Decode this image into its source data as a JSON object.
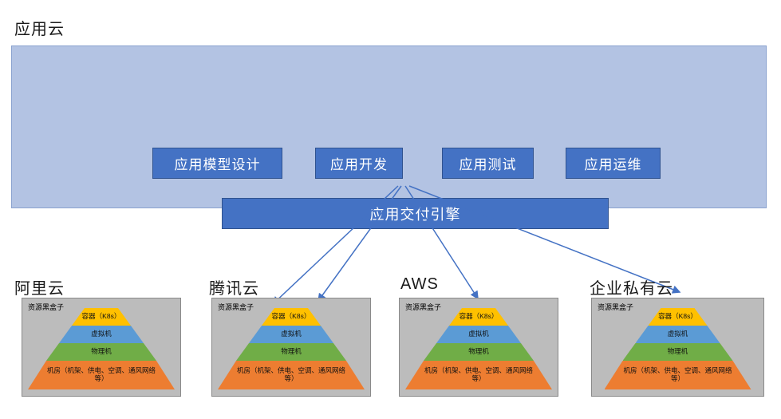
{
  "header": {
    "title": "应用云"
  },
  "platform": {
    "modules": [
      {
        "label": "应用模型设计"
      },
      {
        "label": "应用开发"
      },
      {
        "label": "应用测试"
      },
      {
        "label": "应用运维"
      }
    ],
    "engine_label": "应用交付引擎"
  },
  "resource_stack": {
    "box_label": "资源黑盒子",
    "layers": [
      {
        "label": "容器（K8s）",
        "color": "#FFC000"
      },
      {
        "label": "虚拟机",
        "color": "#5B9BD5"
      },
      {
        "label": "物理机",
        "color": "#70AD47"
      },
      {
        "label": "机房（机架、供电、空调、通风网络等）",
        "color": "#ED7D31"
      }
    ]
  },
  "clouds": [
    {
      "name": "阿里云"
    },
    {
      "name": "腾讯云"
    },
    {
      "name": "AWS"
    },
    {
      "name": "企业私有云"
    }
  ],
  "colors": {
    "panel_fill": "#B3C3E3",
    "panel_border": "#8AA2CF",
    "button_fill": "#4472C4",
    "button_border": "#2F528F",
    "arrow": "#4472C4",
    "resource_box_fill": "#BCBCBC",
    "resource_box_border": "#8A8A8A"
  }
}
